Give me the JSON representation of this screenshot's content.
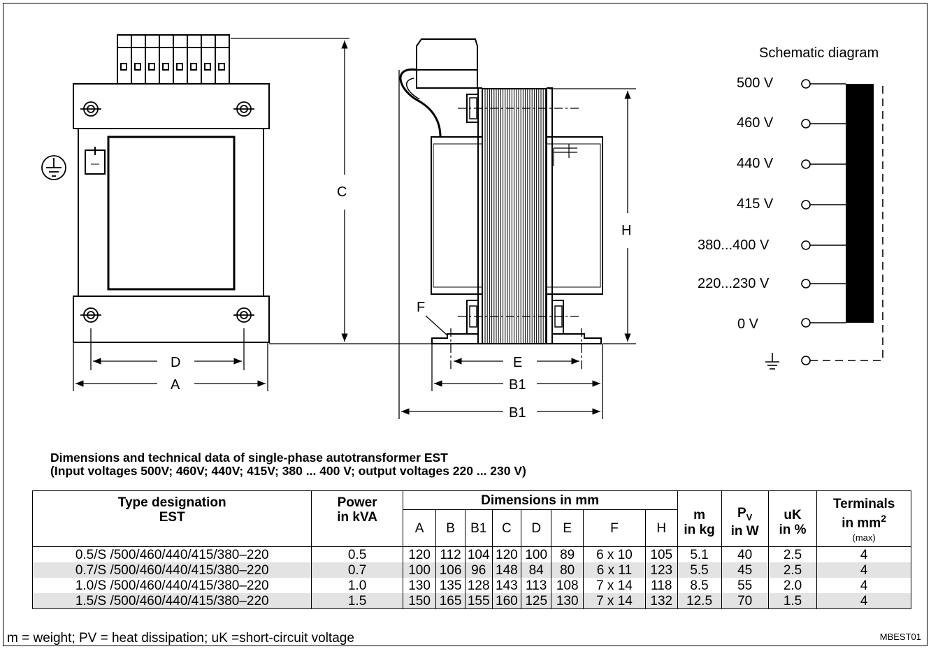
{
  "drawing": {
    "dims_front": [
      "C",
      "D",
      "A"
    ],
    "dims_side": [
      "H",
      "F",
      "E",
      "B1",
      "B1"
    ]
  },
  "schematic": {
    "title": "Schematic diagram",
    "taps": [
      "500 V",
      "460 V",
      "440 V",
      "415 V",
      "380...400 V",
      "220...230 V",
      "0 V"
    ]
  },
  "caption": {
    "line1": "Dimensions and technical data of single-phase autotransformer EST",
    "line2": "(Input voltages 500V; 460V; 440V; 415V; 380 ... 400 V; output voltages 220 ... 230 V)"
  },
  "table": {
    "type_header_1": "Type designation",
    "type_header_2": "EST",
    "power_header_1": "Power",
    "power_header_2": "in kVA",
    "dims_header": "Dimensions in mm",
    "dim_cols": [
      "A",
      "B",
      "B1",
      "C",
      "D",
      "E",
      "F",
      "H"
    ],
    "m_header_1": "m",
    "m_header_2": "in kg",
    "pv_header_1": "P",
    "pv_header_sub": "V",
    "pv_header_2": "in W",
    "uk_header_1": "uK",
    "uk_header_2": "in %",
    "term_header_1": "Terminals",
    "term_header_2": "in mm",
    "term_header_sup": "2",
    "term_header_3": "(max)",
    "rows": [
      [
        "0.5/S /500/460/440/415/380–220",
        "0.5",
        "120",
        "112",
        "104",
        "120",
        "100",
        "89",
        "6 x 10",
        "105",
        "5.1",
        "40",
        "2.5",
        "4"
      ],
      [
        "0.7/S /500/460/440/415/380–220",
        "0.7",
        "100",
        "106",
        "96",
        "148",
        "84",
        "80",
        "6 x 11",
        "123",
        "5.5",
        "45",
        "2.5",
        "4"
      ],
      [
        "1.0/S /500/460/440/415/380–220",
        "1.0",
        "130",
        "135",
        "128",
        "143",
        "113",
        "108",
        "7 x 14",
        "118",
        "8.5",
        "55",
        "2.0",
        "4"
      ],
      [
        "1.5/S /500/460/440/415/380–220",
        "1.5",
        "150",
        "165",
        "155",
        "160",
        "125",
        "130",
        "7 x 14",
        "132",
        "12.5",
        "70",
        "1.5",
        "4"
      ]
    ]
  },
  "footnote": "m = weight; PV = heat dissipation; uK =short-circuit voltage",
  "code": "MBEST01"
}
